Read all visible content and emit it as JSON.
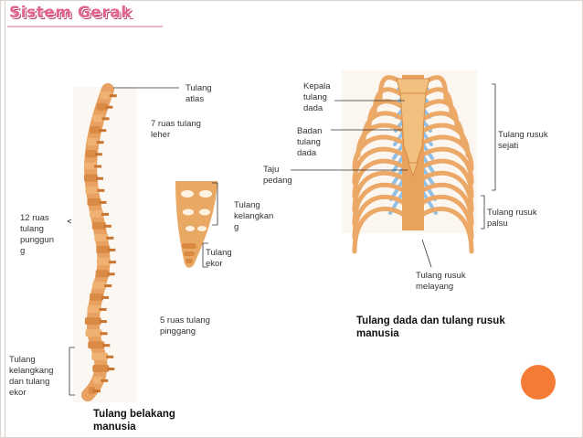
{
  "title": "Sistem Gerak",
  "labels": {
    "atlas": "Tulang\natlas",
    "leher": "7 ruas tulang\nleher",
    "punggung": "12 ruas\ntulang\npunggun\ng",
    "kelangkang": "Tulang\nkelangkan\ng",
    "ekor": "Tulang\nekor",
    "pinggang": "5 ruas tulang\npinggang",
    "kelangkang_ekor": "Tulang\nkelangkang\ndan tulang\nekor",
    "kepala_dada": "Kepala\ntulang\ndada",
    "badan_dada": "Badan\ntulang\ndada",
    "taju_pedang": "Taju\npedang",
    "rusuk_sejati": "Tulang rusuk\nsejati",
    "rusuk_palsu": "Tulang rusuk\npalsu",
    "rusuk_melayang": "Tulang rusuk\nmelayang"
  },
  "captions": {
    "spine": "Tulang belakang\nmanusia",
    "ribcage": "Tulang dada dan tulang rusuk\nmanusia"
  },
  "colors": {
    "title": "#e0648c",
    "bone": "#e8a160",
    "cartilage": "#8fc0e6",
    "accent_circle": "#f47b35"
  }
}
